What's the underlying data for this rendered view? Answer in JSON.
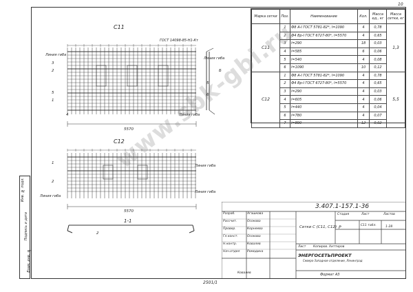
{
  "sheet_number": "10",
  "side_stamp": [
    "Инв. № подл.",
    "Подпись и дата",
    "Взам. инв. №"
  ],
  "drawing1": {
    "title": "С11",
    "labels": [
      "ГОСТ 14098-85-Н1-Кт",
      "Линия гиба",
      "Линия гиба",
      "Линия гиба"
    ],
    "dim_total": "5570",
    "left_marks": [
      "3",
      "2",
      "5",
      "1",
      "4"
    ],
    "right_marks": [
      "Б",
      "5",
      "6"
    ]
  },
  "drawing2": {
    "title": "С12",
    "labels": [
      "Линия гиба",
      "Линия гиба",
      "Линия гиба"
    ],
    "dim_total": "5570",
    "left_marks": [
      "1",
      "2"
    ]
  },
  "section": {
    "title": "1-1",
    "mark": "2"
  },
  "spec": {
    "headers": [
      "Марка сетки",
      "Поз.",
      "Наименование",
      "Кол.",
      "Масса ед., кг",
      "Масса сетки, кг"
    ],
    "groups": [
      {
        "mark": "С11",
        "total": "1,3",
        "rows": [
          [
            "1",
            "Ф8 А-I ГОСТ 5781-82*, l=1090",
            "4",
            "0,78"
          ],
          [
            "2",
            "Ф4 Вр-I ГОСТ 6727-80*, l=5570",
            "4",
            "0,65"
          ],
          [
            "3",
            "l=290",
            "18",
            "0,03"
          ],
          [
            "4",
            "l=585",
            "6",
            "0,06"
          ],
          [
            "5",
            "l=540",
            "4",
            "0,08"
          ],
          [
            "6",
            "l=1090",
            "10",
            "0,12"
          ]
        ]
      },
      {
        "mark": "С12",
        "total": "5,5",
        "rows": [
          [
            "1",
            "Ф8 А-I ГОСТ 5781-82*, l=1090",
            "4",
            "0,78"
          ],
          [
            "2",
            "Ф4 Вр-I ГОСТ 6727-80*, l=5570",
            "4",
            "0,65"
          ],
          [
            "3",
            "l=290",
            "4",
            "0,03"
          ],
          [
            "4",
            "l=605",
            "4",
            "0,06"
          ],
          [
            "5",
            "l=440",
            "4",
            "0,04"
          ],
          [
            "6",
            "l=780",
            "4",
            "0,07"
          ],
          [
            "7",
            "l=890",
            "12",
            "0,02"
          ]
        ]
      }
    ]
  },
  "title_block": {
    "code": "3.407.1-157.1-36",
    "roles": [
      "Разраб.",
      "Рассчит.",
      "Провер.",
      "Гл.конст.",
      "Н.контр.",
      "Нач.отдел"
    ],
    "names": [
      "Агашкова",
      "Осокова",
      "Корнеева",
      "Осокова",
      "Ковалев",
      "Ромодина"
    ],
    "doc_title": "Сетки С (С11, С12)",
    "stage_header": "Стадия",
    "sheet_header": "Лист",
    "sheets_header": "Листов",
    "stage": "Р",
    "sheet": "С11 табл.",
    "sheets": "1-28",
    "org": "ЭНЕРГОСЕТЬПРОЕКТ",
    "org_sub": "Северо-Западное отделение, Ленинград",
    "kopir": "Копиров. Хиттиров",
    "format": "Формат А3",
    "bottom_left": "Лист",
    "bottom_mid": "Ковалев",
    "archive": "2501/1"
  },
  "watermark": "www.sbk-gbi.ru"
}
